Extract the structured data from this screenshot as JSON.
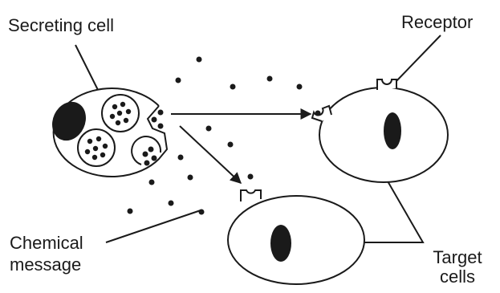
{
  "labels": {
    "secreting_cell": "Secreting cell",
    "receptor": "Receptor",
    "chemical_message_line1": "Chemical",
    "chemical_message_line2": "message",
    "target_cells_line1": "Target",
    "target_cells_line2": "cells"
  },
  "colors": {
    "stroke": "#1a1a1a",
    "fill": "#ffffff",
    "nucleus": "#1a1a1a",
    "background": "#ffffff"
  }
}
